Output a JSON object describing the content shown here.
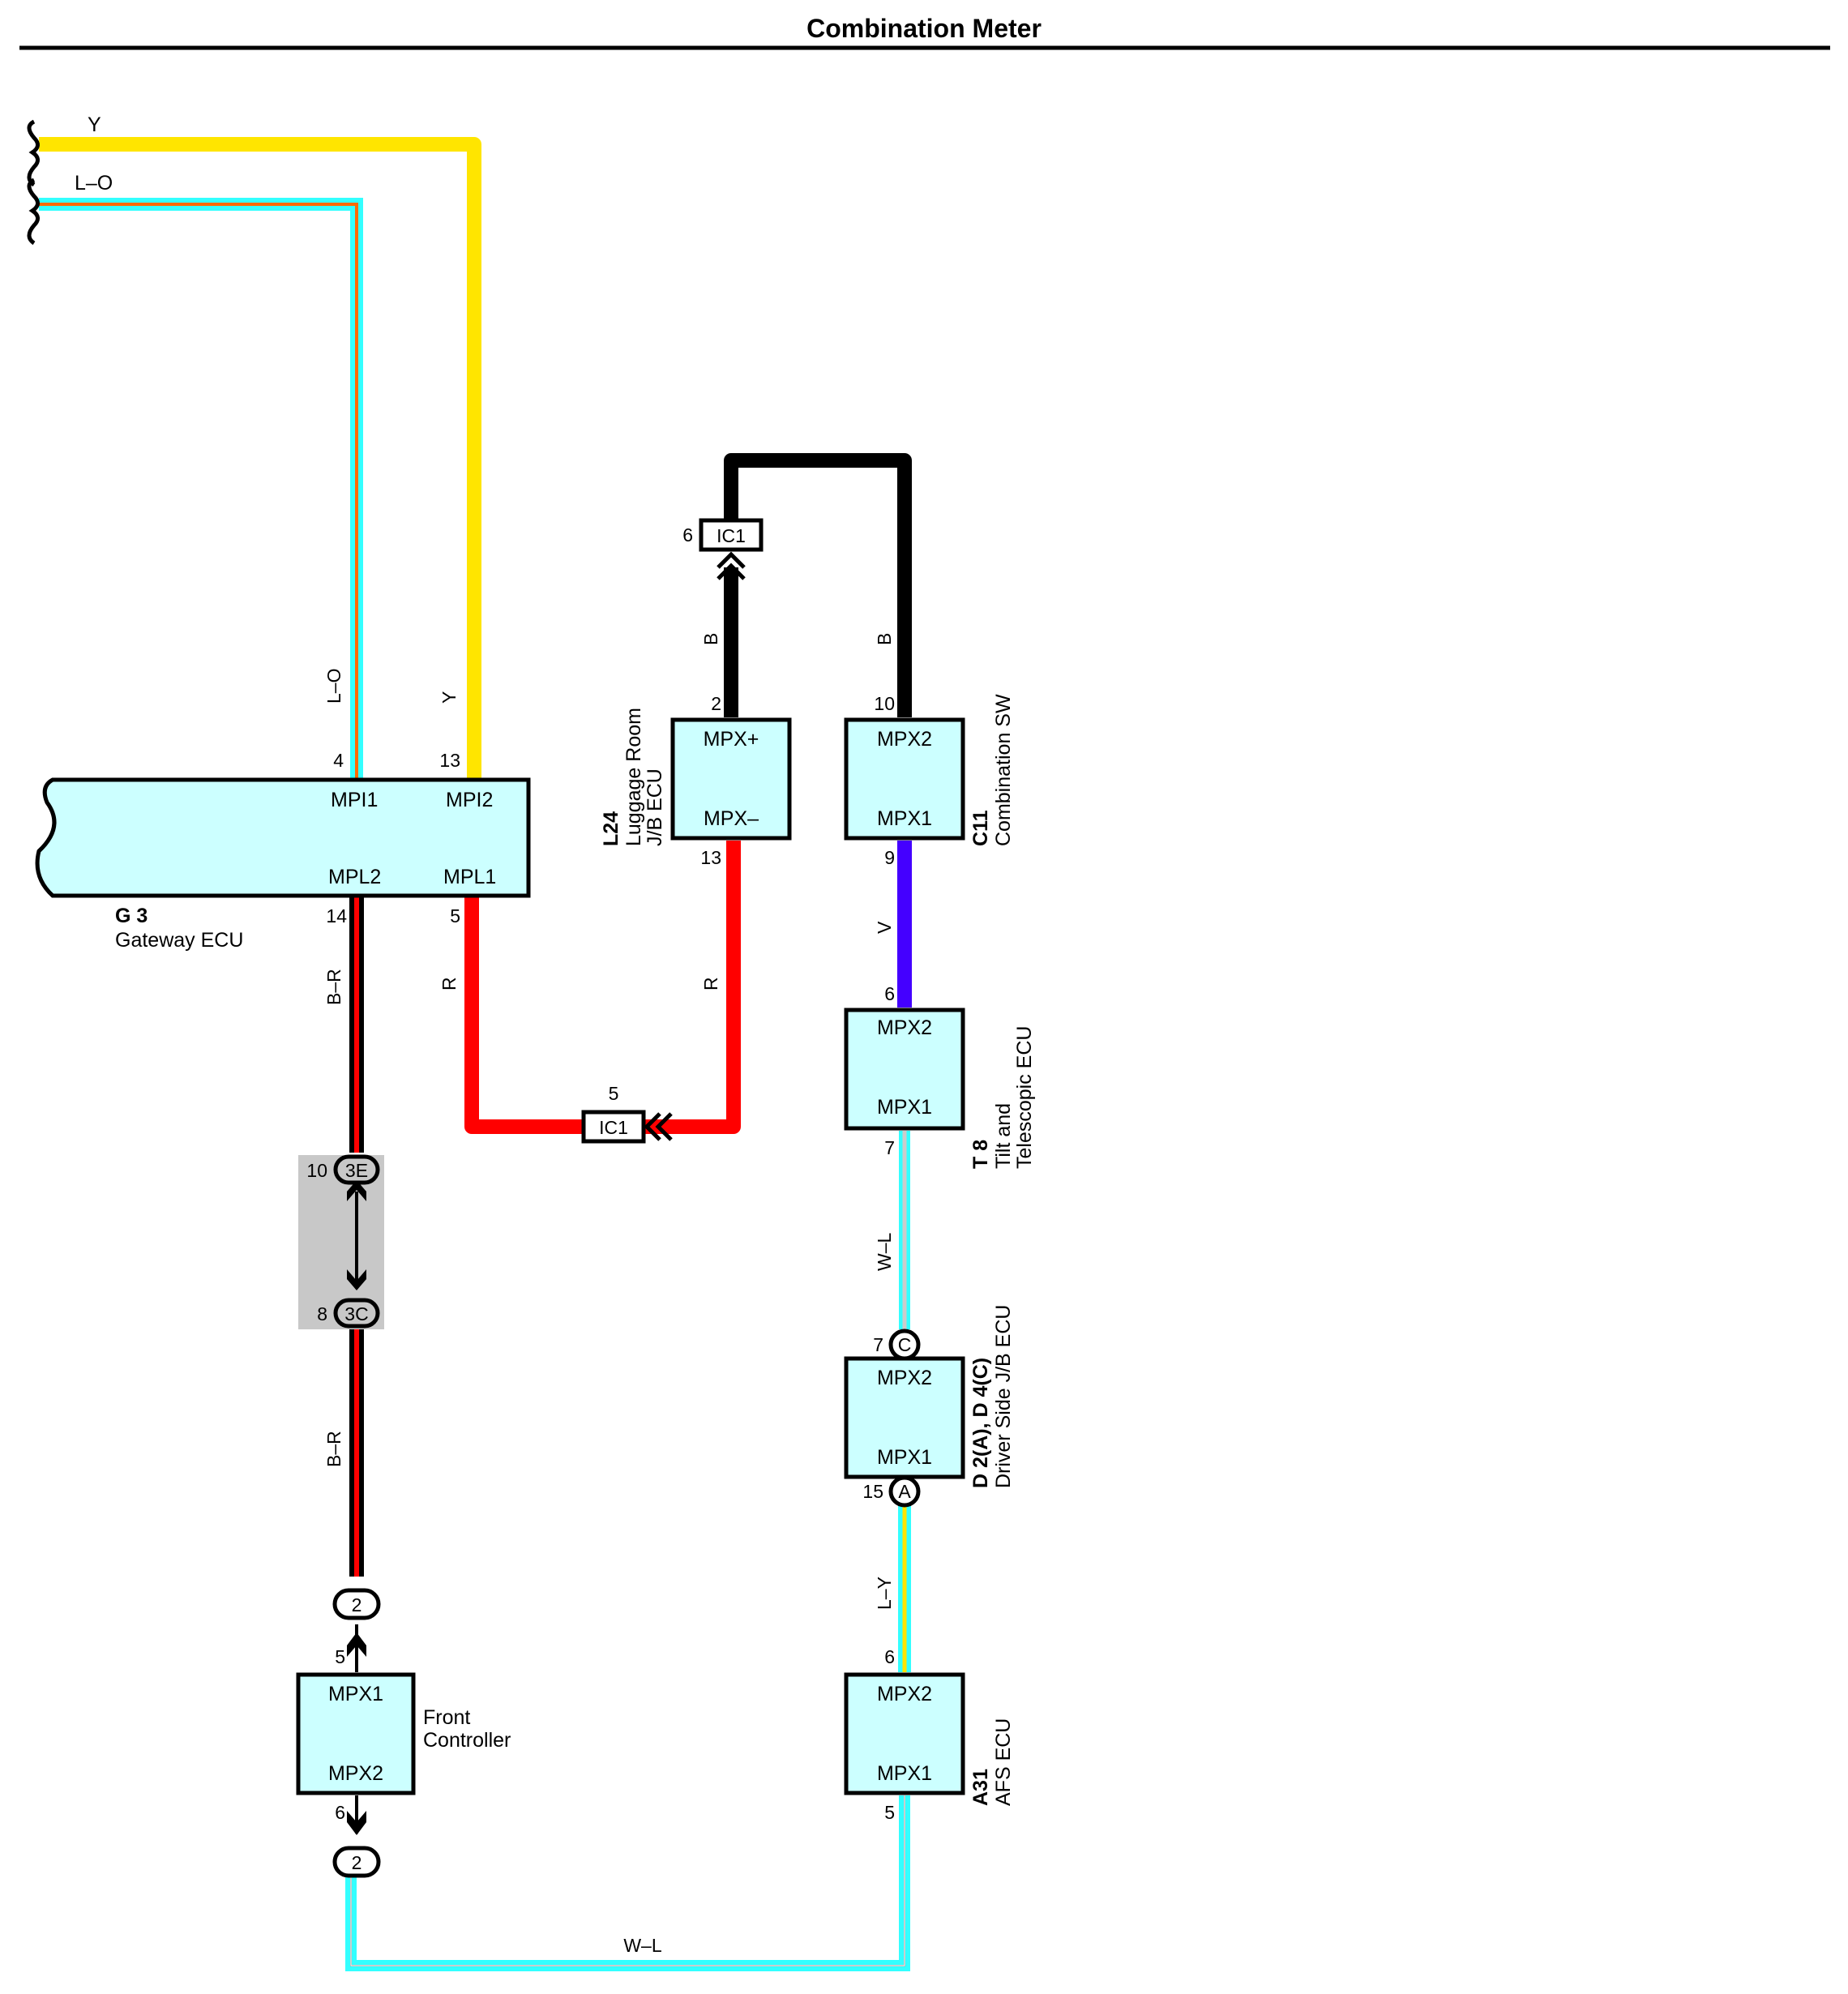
{
  "title": "Combination Meter",
  "colors": {
    "yellow": "#ffe500",
    "light_blue": "#33ffff",
    "orange": "#ff6a00",
    "red": "#ff0000",
    "black": "#000000",
    "violet": "#4400ff",
    "white_wire_core": "#cccccc",
    "component_fill": "#ccffff",
    "junction_shade": "#c8c8c8"
  },
  "icons": {
    "wire_break": "curly-brace-break-icon",
    "connector_arrow": "double-chevron-icon"
  },
  "incoming_wires": {
    "y": "Y",
    "lo": "L–O"
  },
  "wire_labels": {
    "g3_mpi1": "L–O",
    "g3_mpi2": "Y",
    "g3_mpl2_upper": "B–R",
    "g3_mpl2_lower": "B–R",
    "g3_mpl1": "R",
    "l24_top": "B",
    "l24_bottom": "R",
    "c11_top": "B",
    "c11_bottom": "V",
    "t8_bottom": "W–L",
    "d2_bottom": "L–Y",
    "bottom_run": "W–L"
  },
  "gateway": {
    "id": "G 3",
    "name": "Gateway ECU",
    "terminals": {
      "mpi1": "MPI1",
      "mpi2": "MPI2",
      "mpl2": "MPL2",
      "mpl1": "MPL1"
    },
    "pins": {
      "mpi1": "4",
      "mpi2": "13",
      "mpl2": "14",
      "mpl1": "5"
    }
  },
  "l24": {
    "id": "L24",
    "name1": "Luggage Room",
    "name2": "J/B ECU",
    "terminals": {
      "top": "MPX+",
      "bottom": "MPX–"
    },
    "pins": {
      "top": "2",
      "bottom": "13"
    }
  },
  "c11": {
    "id": "C11",
    "name": "Combination SW",
    "terminals": {
      "top": "MPX2",
      "bottom": "MPX1"
    },
    "pins": {
      "top": "10",
      "bottom": "9"
    }
  },
  "t8": {
    "id": "T 8",
    "name1": "Tilt and",
    "name2": "Telescopic ECU",
    "terminals": {
      "top": "MPX2",
      "bottom": "MPX1"
    },
    "pins": {
      "top": "6",
      "bottom": "7"
    }
  },
  "d2": {
    "id": "D 2(A), D 4(C)",
    "name": "Driver Side J/B ECU",
    "terminals": {
      "top": "MPX2",
      "bottom": "MPX1"
    },
    "pins": {
      "top": "7",
      "bottom": "15"
    },
    "connectors": {
      "top": "C",
      "bottom": "A"
    }
  },
  "a31": {
    "id": "A31",
    "name": "AFS ECU",
    "terminals": {
      "top": "MPX2",
      "bottom": "MPX1"
    },
    "pins": {
      "top": "6",
      "bottom": "5"
    }
  },
  "front": {
    "name1": "Front",
    "name2": "Controller",
    "terminals": {
      "top": "MPX1",
      "bottom": "MPX2"
    },
    "pins": {
      "top": "5",
      "bottom": "6"
    }
  },
  "ic1_top": {
    "label": "IC1",
    "pin": "6"
  },
  "ic1_bottom": {
    "label": "IC1",
    "pin": "5"
  },
  "junction": {
    "top": {
      "label": "3E",
      "pin": "10"
    },
    "bottom": {
      "label": "3C",
      "pin": "8"
    }
  },
  "connector_2_top": "2",
  "connector_2_bottom": "2"
}
